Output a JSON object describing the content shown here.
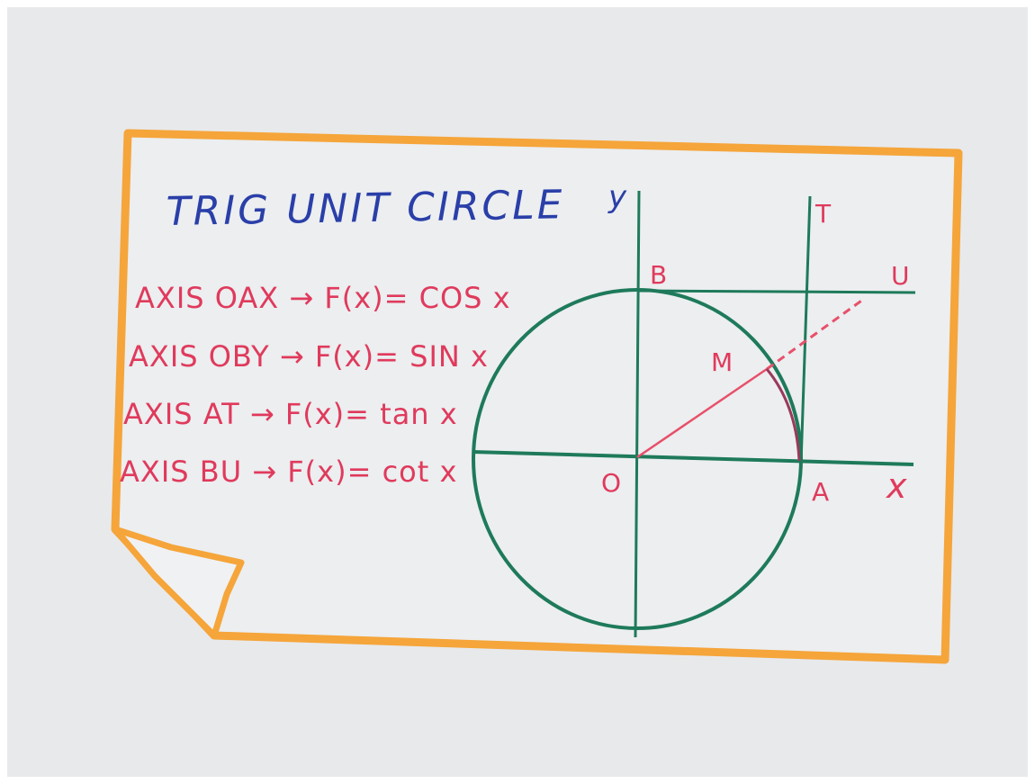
{
  "title": "TRIG UNIT CIRCLE",
  "definitions": [
    "AXIS OAX → F(x)= COS x",
    "AXIS OBY → F(x)= SIN x",
    "AXIS AT → F(x)= tan x",
    "AXIS BU → F(x)= cot x"
  ],
  "points": {
    "y_axis": "y",
    "x_axis": "x",
    "origin": "O",
    "a": "A",
    "b": "B",
    "m": "M",
    "t": "T",
    "u": "U"
  },
  "colors": {
    "frame": "#f5a53a",
    "title": "#2a3fa8",
    "text": "#e03a5c",
    "geometry": "#1e7a5a",
    "radius": "#e8506a",
    "paper": "#e9eaec",
    "outer_bg": "#ffffff"
  }
}
